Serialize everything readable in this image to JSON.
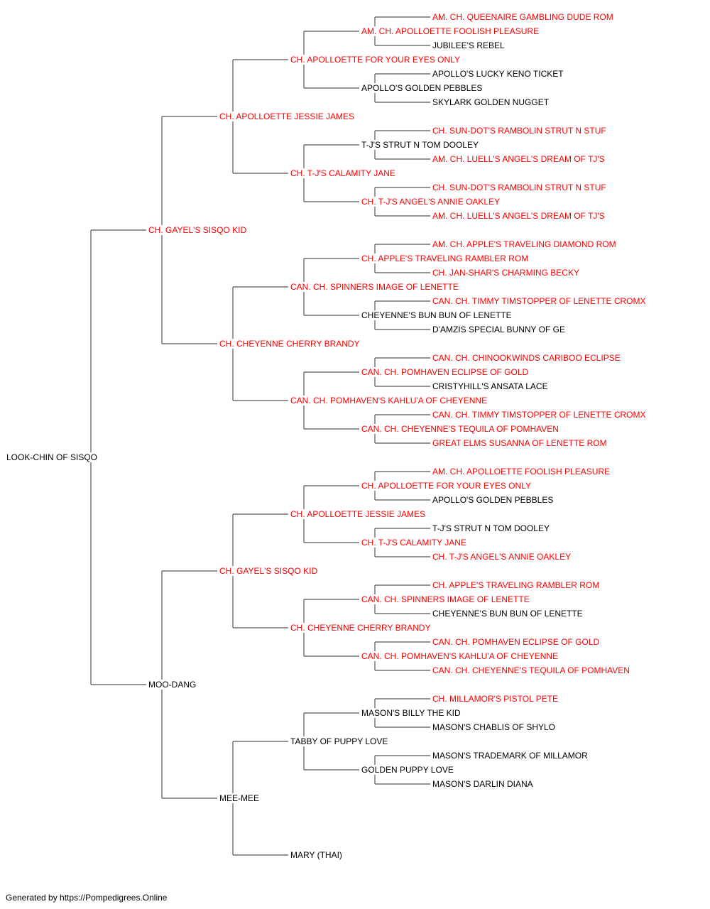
{
  "colors": {
    "titled": "#ff0000",
    "plain": "#000000",
    "connector": "#555555"
  },
  "pedigree": {
    "name": "LOOK-CHIN OF SISQO",
    "titled": false,
    "sire": {
      "name": "CH. GAYEL'S SISQO KID",
      "titled": true,
      "sire": {
        "name": "CH. APOLLOETTE JESSIE JAMES",
        "titled": true,
        "sire": {
          "name": "CH. APOLLOETTE FOR YOUR EYES ONLY",
          "titled": true,
          "sire": {
            "name": "AM. CH. APOLLOETTE FOOLISH PLEASURE",
            "titled": true,
            "sire": {
              "name": "AM. CH. QUEENAIRE GAMBLING DUDE ROM",
              "titled": true
            },
            "dam": {
              "name": "JUBILEE'S REBEL",
              "titled": false
            }
          },
          "dam": {
            "name": "APOLLO'S GOLDEN PEBBLES",
            "titled": false,
            "sire": {
              "name": "APOLLO'S LUCKY KENO TICKET",
              "titled": false
            },
            "dam": {
              "name": "SKYLARK GOLDEN NUGGET",
              "titled": false
            }
          }
        },
        "dam": {
          "name": "CH. T-J'S CALAMITY JANE",
          "titled": true,
          "sire": {
            "name": "T-J'S STRUT N TOM DOOLEY",
            "titled": false,
            "sire": {
              "name": "CH. SUN-DOT'S RAMBOLIN STRUT N STUF",
              "titled": true
            },
            "dam": {
              "name": "AM. CH. LUELL'S ANGEL'S DREAM OF TJ'S",
              "titled": true
            }
          },
          "dam": {
            "name": "CH. T-J'S ANGEL'S ANNIE OAKLEY",
            "titled": true,
            "sire": {
              "name": "CH. SUN-DOT'S RAMBOLIN STRUT N STUF",
              "titled": true
            },
            "dam": {
              "name": "AM. CH. LUELL'S ANGEL'S DREAM OF TJ'S",
              "titled": true
            }
          }
        }
      },
      "dam": {
        "name": "CH. CHEYENNE CHERRY BRANDY",
        "titled": true,
        "sire": {
          "name": "CAN. CH. SPINNERS IMAGE OF LENETTE",
          "titled": true,
          "sire": {
            "name": "CH. APPLE'S TRAVELING RAMBLER ROM",
            "titled": true,
            "sire": {
              "name": "AM. CH. APPLE'S TRAVELING DIAMOND ROM",
              "titled": true
            },
            "dam": {
              "name": "CH. JAN-SHAR'S CHARMING BECKY",
              "titled": true
            }
          },
          "dam": {
            "name": "CHEYENNE'S BUN BUN OF LENETTE",
            "titled": false,
            "sire": {
              "name": "CAN. CH. TIMMY TIMSTOPPER OF LENETTE CROMX",
              "titled": true
            },
            "dam": {
              "name": "D'AMZIS SPECIAL BUNNY OF GE",
              "titled": false
            }
          }
        },
        "dam": {
          "name": "CAN. CH. POMHAVEN'S KAHLU'A OF CHEYENNE",
          "titled": true,
          "sire": {
            "name": "CAN. CH. POMHAVEN ECLIPSE OF GOLD",
            "titled": true,
            "sire": {
              "name": "CAN. CH. CHINOOKWINDS CARIBOO ECLIPSE",
              "titled": true
            },
            "dam": {
              "name": "CRISTYHILL'S ANSATA LACE",
              "titled": false
            }
          },
          "dam": {
            "name": "CAN. CH. CHEYENNE'S TEQUILA OF POMHAVEN",
            "titled": true,
            "sire": {
              "name": "CAN. CH. TIMMY TIMSTOPPER OF LENETTE CROMX",
              "titled": true
            },
            "dam": {
              "name": "GREAT ELMS SUSANNA OF LENETTE ROM",
              "titled": true
            }
          }
        }
      }
    },
    "dam": {
      "name": "MOO-DANG",
      "titled": false,
      "sire": {
        "name": "CH. GAYEL'S SISQO KID",
        "titled": true,
        "sire": {
          "name": "CH. APOLLOETTE JESSIE JAMES",
          "titled": true,
          "sire": {
            "name": "CH. APOLLOETTE FOR YOUR EYES ONLY",
            "titled": true,
            "sire": {
              "name": "AM. CH. APOLLOETTE FOOLISH PLEASURE",
              "titled": true
            },
            "dam": {
              "name": "APOLLO'S GOLDEN PEBBLES",
              "titled": false
            }
          },
          "dam": {
            "name": "CH. T-J'S CALAMITY JANE",
            "titled": true,
            "sire": {
              "name": "T-J'S STRUT N TOM DOOLEY",
              "titled": false
            },
            "dam": {
              "name": "CH. T-J'S ANGEL'S ANNIE OAKLEY",
              "titled": true
            }
          }
        },
        "dam": {
          "name": "CH. CHEYENNE CHERRY BRANDY",
          "titled": true,
          "sire": {
            "name": "CAN. CH. SPINNERS IMAGE OF LENETTE",
            "titled": true,
            "sire": {
              "name": "CH. APPLE'S TRAVELING RAMBLER ROM",
              "titled": true
            },
            "dam": {
              "name": "CHEYENNE'S BUN BUN OF LENETTE",
              "titled": false
            }
          },
          "dam": {
            "name": "CAN. CH. POMHAVEN'S KAHLU'A OF CHEYENNE",
            "titled": true,
            "sire": {
              "name": "CAN. CH. POMHAVEN ECLIPSE OF GOLD",
              "titled": true
            },
            "dam": {
              "name": "CAN. CH. CHEYENNE'S TEQUILA OF POMHAVEN",
              "titled": true
            }
          }
        }
      },
      "dam": {
        "name": "MEE-MEE",
        "titled": false,
        "sire": {
          "name": "TABBY OF PUPPY LOVE",
          "titled": false,
          "sire": {
            "name": "MASON'S BILLY THE KID",
            "titled": false,
            "sire": {
              "name": "CH. MILLAMOR'S PISTOL PETE",
              "titled": true
            },
            "dam": {
              "name": "MASON'S CHABLIS OF SHYLO",
              "titled": false
            }
          },
          "dam": {
            "name": "GOLDEN PUPPY LOVE",
            "titled": false,
            "sire": {
              "name": "MASON'S TRADEMARK OF MILLAMOR",
              "titled": false
            },
            "dam": {
              "name": "MASON'S DARLIN DIANA",
              "titled": false
            }
          }
        },
        "dam": {
          "name": "MARY (THAI)",
          "titled": false
        }
      }
    }
  },
  "footer": "Generated by https://Pompedigrees.Online"
}
